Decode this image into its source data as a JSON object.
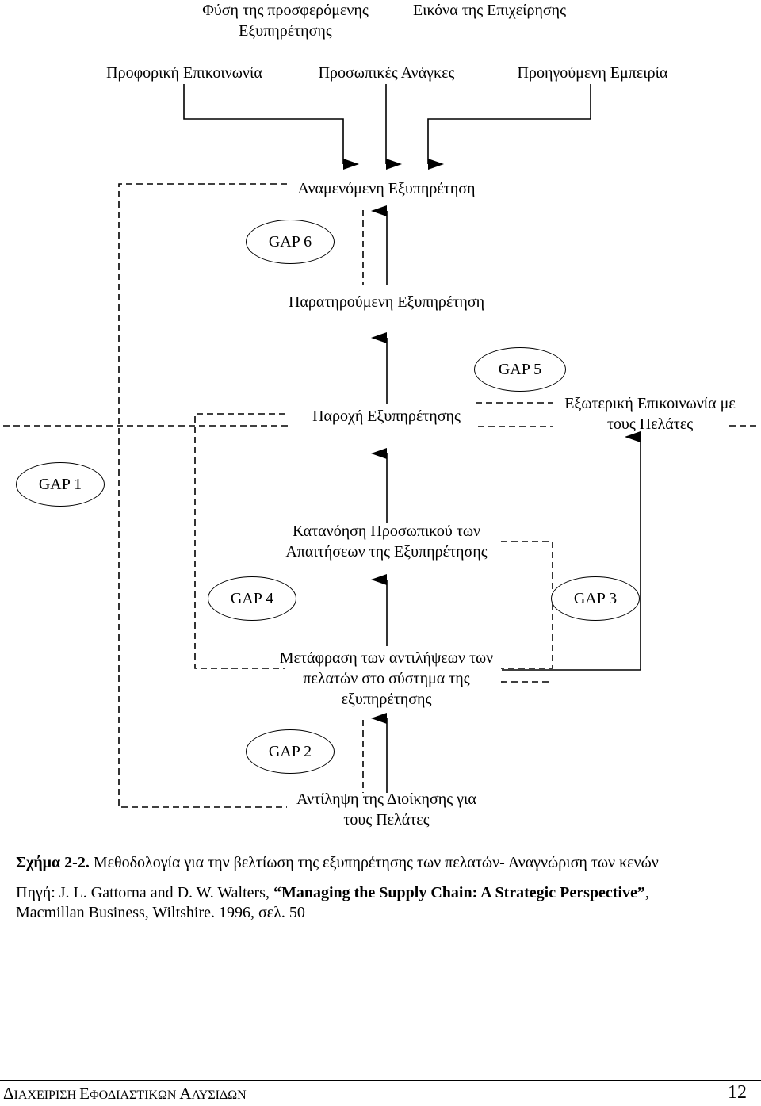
{
  "nodes": {
    "nature": "Φύση της προσφερόμενης Εξυπηρέτησης",
    "image": "Εικόνα της Επιχείρησης",
    "oral": "Προφορική Επικοινωνία",
    "personal_needs": "Προσωπικές Ανάγκες",
    "past_experience": "Προηγούμενη Εμπειρία",
    "expected": "Αναμενόμενη Εξυπηρέτηση",
    "perceived": "Παρατηρούμενη Εξυπηρέτηση",
    "delivery": "Παροχή Εξυπηρέτησης",
    "external": "Εξωτερική Επικοινωνία με τους Πελάτες",
    "staff": "Κατανόηση Προσωπικού των Απαιτήσεων της Εξυπηρέτησης",
    "translation": "Μετάφραση των αντιλήψεων των πελατών στο σύστημα της εξυπηρέτησης",
    "management": "Αντίληψη της Διοίκησης για τους Πελάτες"
  },
  "gaps": {
    "gap1": "GAP 1",
    "gap2": "GAP 2",
    "gap3": "GAP 3",
    "gap4": "GAP 4",
    "gap5": "GAP 5",
    "gap6": "GAP 6"
  },
  "caption": {
    "figure_label": "Σχήμα  2-2.",
    "figure_text": " Μεθοδολογία για την βελτίωση της εξυπηρέτησης των πελατών- Αναγνώριση των κενών",
    "source_prefix": "Πηγή: J. L. Gattorna and D. W. Walters, ",
    "source_title": "“Managing the Supply Chain: A Strategic Perspective”",
    "source_suffix": ",",
    "source_line2": "Macmillan Business, Wiltshire. 1996, σελ. 50"
  },
  "footer": {
    "title_parts": [
      "Δ",
      "ΙΑΧΕΙΡΙΣΗ ",
      "Ε",
      "ΦΟΔΙΑΣΤΙΚΩΝ ",
      "Α",
      "ΛΥΣΙΔΩΝ"
    ],
    "page_number": "12"
  }
}
